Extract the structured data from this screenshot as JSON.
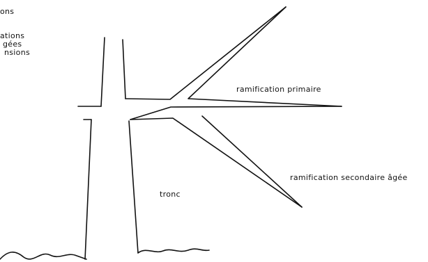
{
  "legend_fragments": [
    "ons",
    "ations",
    "gées",
    "nsions"
  ],
  "labels": {
    "primary": "ramification primaire",
    "secondary": "ramification secondaire âgée",
    "trunk": "tronc"
  }
}
